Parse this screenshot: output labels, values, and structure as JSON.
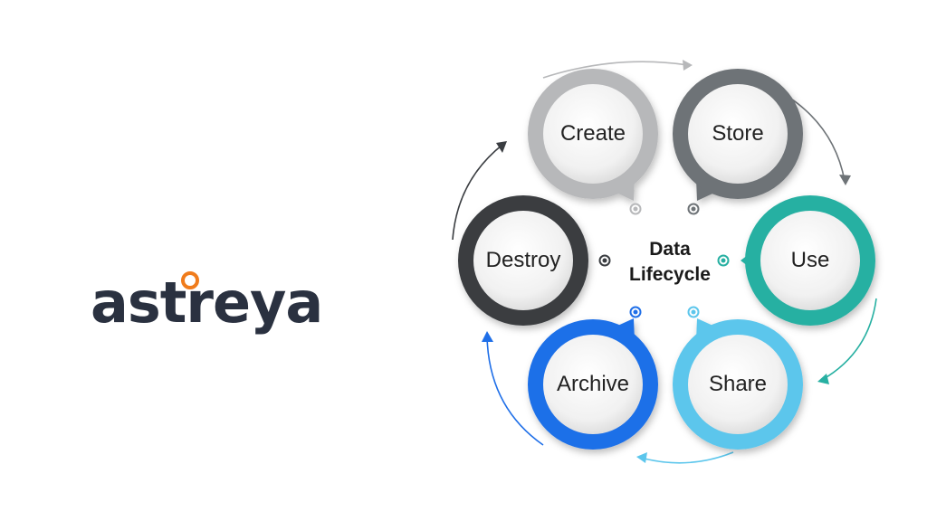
{
  "brand": {
    "logo_text": "astreya",
    "accent_color": "#f07c1c",
    "text_color": "#2a3140"
  },
  "diagram": {
    "title_line1": "Data",
    "title_line2": "Lifecycle",
    "stages": [
      {
        "label": "Create",
        "color": "#b7b8ba"
      },
      {
        "label": "Store",
        "color": "#6e7377"
      },
      {
        "label": "Use",
        "color": "#27b0a2"
      },
      {
        "label": "Share",
        "color": "#5cc6ec"
      },
      {
        "label": "Archive",
        "color": "#1f6fe8"
      },
      {
        "label": "Destroy",
        "color": "#3a3d41"
      }
    ]
  }
}
